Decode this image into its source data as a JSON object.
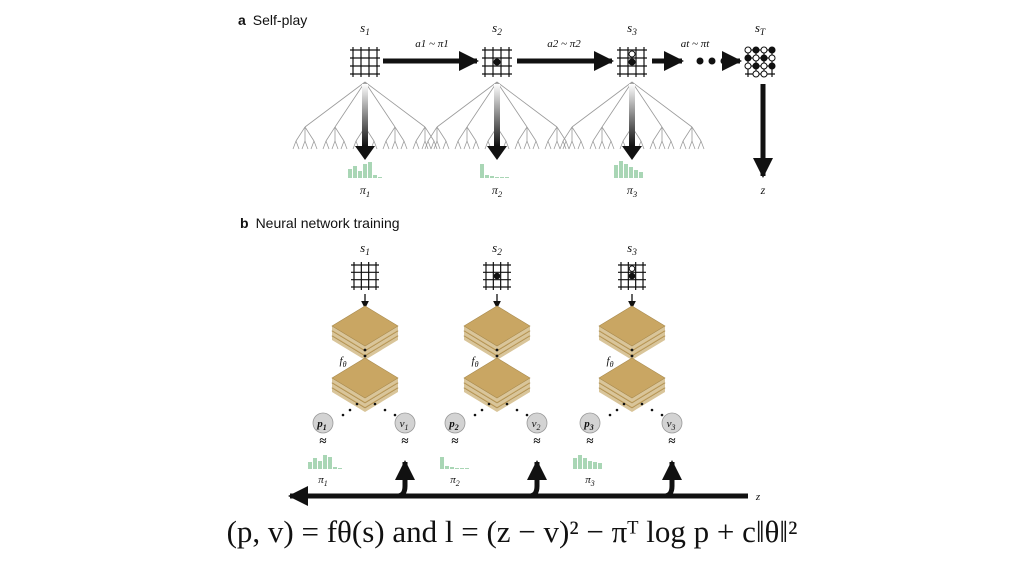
{
  "section_a": {
    "letter": "a",
    "title": "Self-play"
  },
  "section_b": {
    "letter": "b",
    "title": "Neural network training"
  },
  "self_play": {
    "states": [
      "s1",
      "s2",
      "s3",
      "sT"
    ],
    "actions": [
      "a1 ~ π1",
      "a2 ~ π2",
      "at ~ πt"
    ],
    "policies": [
      "π1",
      "π2",
      "π3"
    ],
    "outcome": "z"
  },
  "training": {
    "states": [
      "s1",
      "s2",
      "s3"
    ],
    "network": "fθ",
    "policy_outputs": [
      "p1",
      "p2",
      "p3"
    ],
    "value_outputs": [
      "v1",
      "v2",
      "v3"
    ],
    "targets": [
      "π1",
      "π2",
      "π3"
    ],
    "outcome": "z",
    "approx_symbol": "≈"
  },
  "formula": "(p, v) = fθ(s)  and  l = (z − v)² − πᵀ log p + c‖θ‖²",
  "colors": {
    "ink": "#111111",
    "policy_bar": "#a9d6b5",
    "layer_top": "#c9a663",
    "layer_side": "#d9c59a",
    "node_fill": "#d3d3d3",
    "tree_line": "#9a9a9a"
  }
}
